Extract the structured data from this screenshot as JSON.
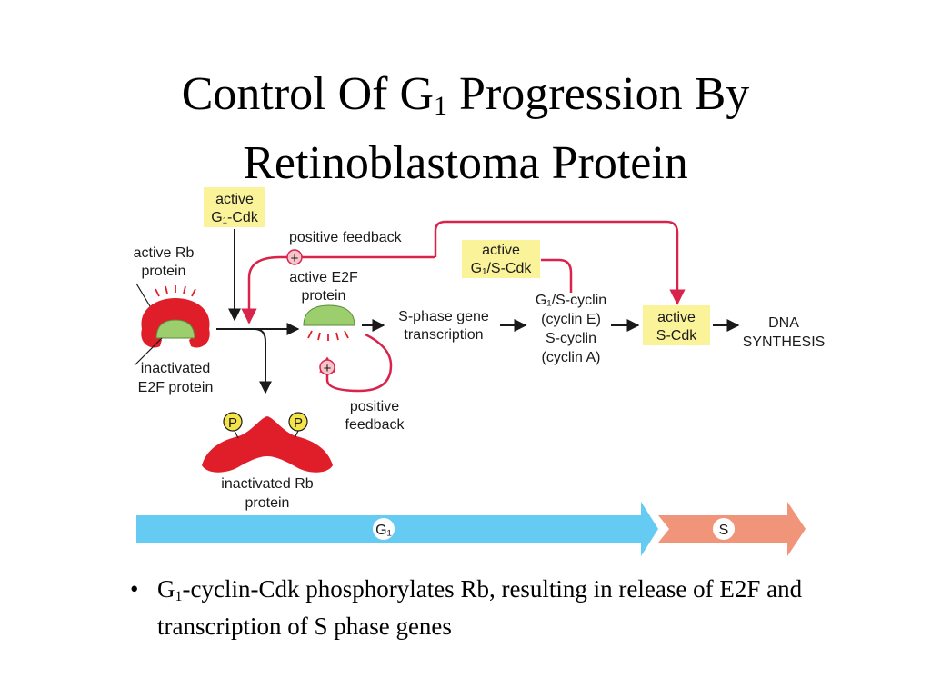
{
  "slide": {
    "title_part1": "Control Of G",
    "title_sub": "1",
    "title_part2": " Progression By",
    "title_line2": "Retinoblastoma Protein"
  },
  "diagram": {
    "active_g1_cdk": [
      "active",
      "G₁-Cdk"
    ],
    "positive_feedback_top": "positive feedback",
    "active_rb_protein": [
      "active Rb",
      "protein"
    ],
    "active_e2f_protein": [
      "active E2F",
      "protein"
    ],
    "active_g1s_cdk": [
      "active",
      "G₁/S-Cdk"
    ],
    "s_phase_gene_transcription": [
      "S-phase gene",
      "transcription"
    ],
    "cyclins": [
      "G₁/S-cyclin",
      "(cyclin E)",
      "S-cyclin",
      "(cyclin A)"
    ],
    "active_s_cdk": [
      "active",
      "S-Cdk"
    ],
    "dna_synthesis": [
      "DNA",
      "SYNTHESIS"
    ],
    "inactivated_e2f_protein": [
      "inactivated",
      "E2F protein"
    ],
    "positive_feedback_bottom": [
      "positive",
      "feedback"
    ],
    "inactivated_rb_protein": [
      "inactivated Rb",
      "protein"
    ],
    "phosphate": "P",
    "plus": "+",
    "phase_g1": "G₁",
    "phase_s": "S"
  },
  "bullet": {
    "text_part1": "G",
    "text_sub": "1",
    "text_part2": "-cyclin-Cdk phosphorylates Rb, resulting in release of E2F and transcription of S phase genes"
  },
  "colors": {
    "box_fill": "#fbf39a",
    "rb_red": "#e01e2a",
    "e2f_green": "#9dce6e",
    "feedback_line": "#d8244a",
    "g1_arrow": "#65cbf2",
    "s_arrow": "#f0957a"
  }
}
